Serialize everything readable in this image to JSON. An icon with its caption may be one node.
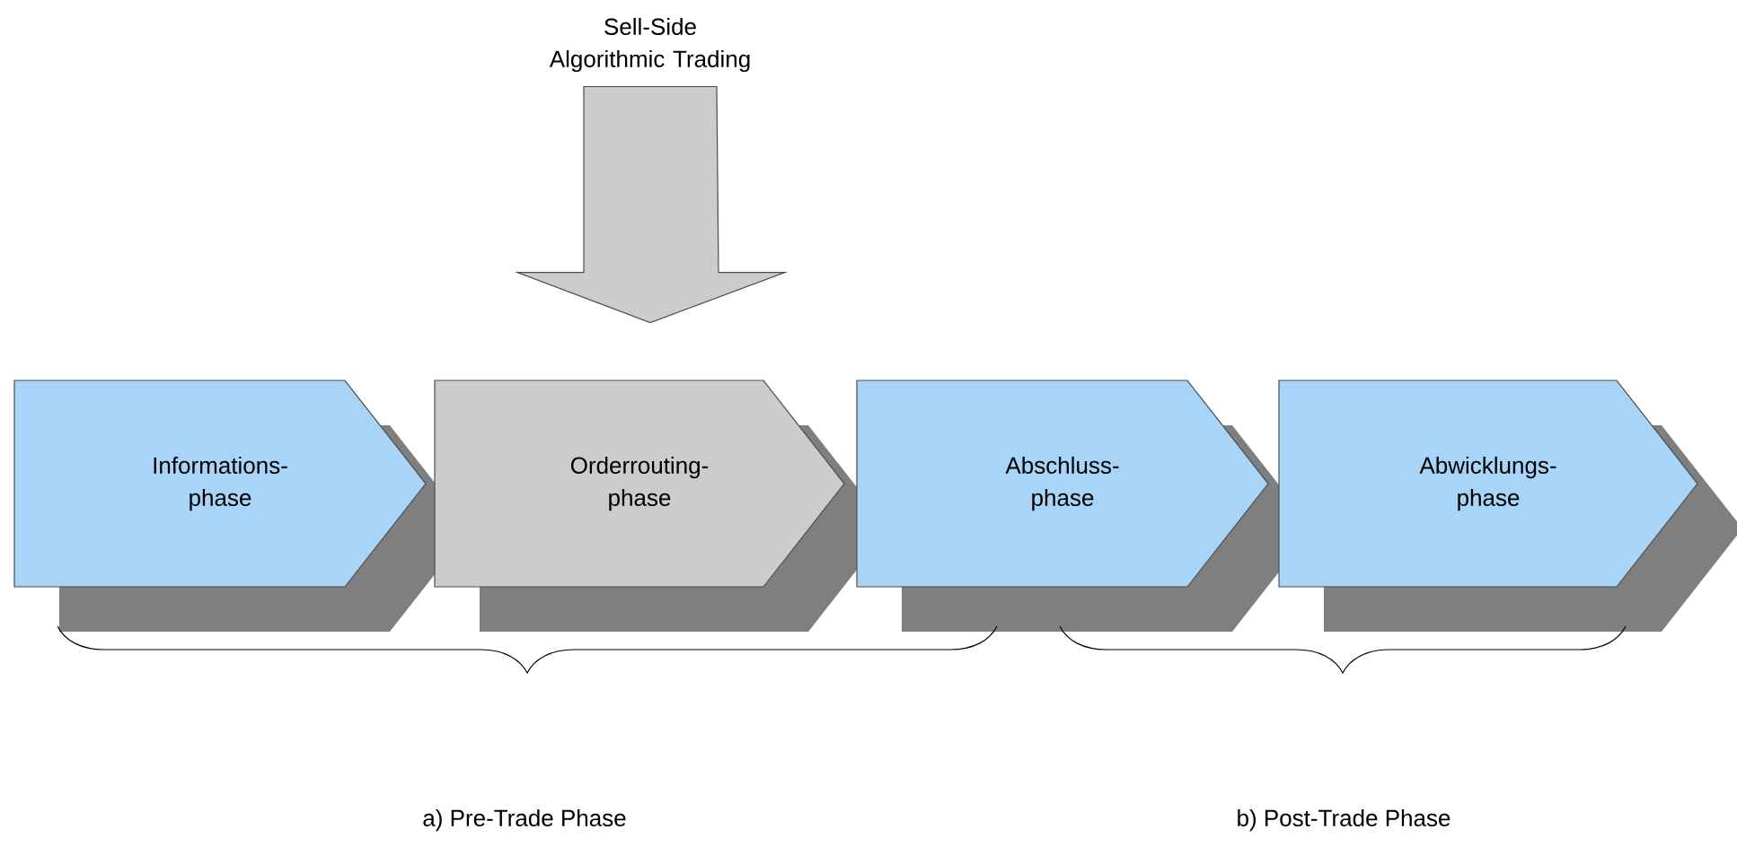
{
  "diagram": {
    "nodes": [
      {
        "text": [
          "Sell-Side Algorithmic Trading"
        ]
      },
      {
        "text": [
          "Informations- phase"
        ]
      },
      {
        "text": [
          "Orderrouting- phase"
        ]
      },
      {
        "text": [
          "Abschluss- phase"
        ]
      },
      {
        "text": [
          "Abwicklungs- phase"
        ]
      }
    ],
    "edges": [
      {
        "from": 0,
        "to": 2,
        "arrow": "to"
      }
    ],
    "labels": [
      "a) Pre-Trade Phase",
      "b) Post-Trade Phase"
    ]
  }
}
